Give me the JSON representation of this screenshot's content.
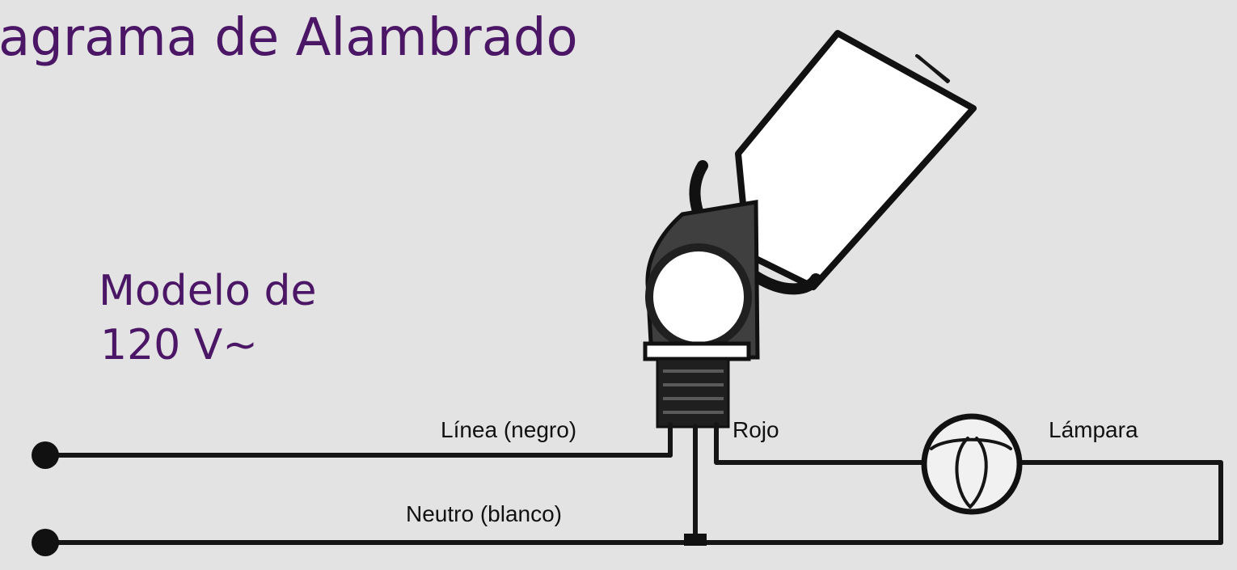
{
  "diagram": {
    "title": "agrama de Alambrado",
    "model_line1": "Modelo de",
    "model_line2": "120 V~",
    "labels": {
      "line": "Línea (negro)",
      "neutral": "Neutro (blanco)",
      "red": "Rojo",
      "lamp": "Lámpara"
    }
  }
}
